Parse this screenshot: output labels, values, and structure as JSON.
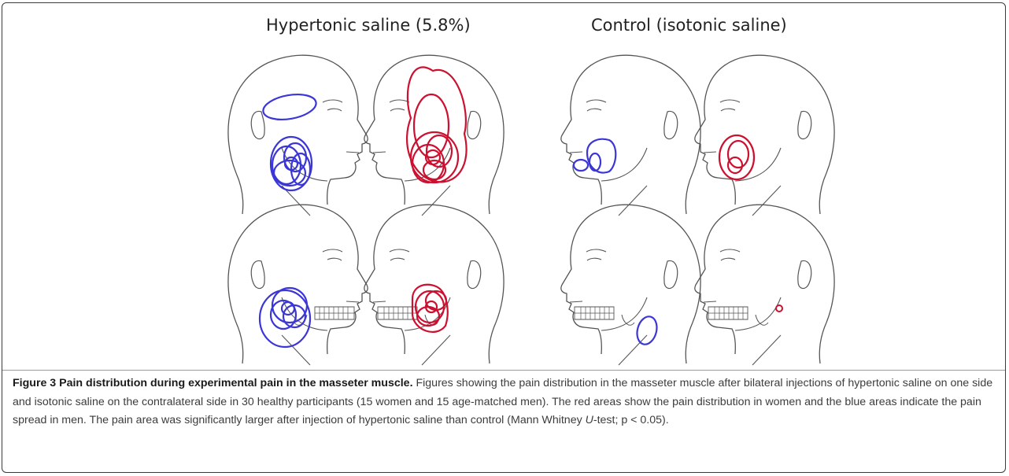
{
  "figure": {
    "column_titles": {
      "left": "Hypertonic saline (5.8%)",
      "right": "Control (isotonic saline)"
    },
    "panels": [
      {
        "name": "hypertonic-men-upper",
        "view": "facing-right",
        "skull": false,
        "color": "#3b36d6"
      },
      {
        "name": "hypertonic-women-upper",
        "view": "facing-left",
        "skull": false,
        "color": "#cc1030"
      },
      {
        "name": "control-men-upper",
        "view": "facing-left",
        "skull": false,
        "color": "#3b36d6"
      },
      {
        "name": "control-women-upper",
        "view": "facing-left",
        "skull": false,
        "color": "#cc1030"
      },
      {
        "name": "hypertonic-men-lower",
        "view": "facing-right",
        "skull": true,
        "color": "#3b36d6"
      },
      {
        "name": "hypertonic-women-lower",
        "view": "facing-left",
        "skull": true,
        "color": "#cc1030"
      },
      {
        "name": "control-men-lower",
        "view": "facing-left",
        "skull": true,
        "color": "#3b36d6"
      },
      {
        "name": "control-women-lower",
        "view": "facing-left",
        "skull": true,
        "color": "#cc1030"
      }
    ]
  },
  "caption": {
    "label": "Figure 3",
    "title": "Pain distribution during experimental pain in the masseter muscle.",
    "text_before_italic": "Figures showing the pain distribution in the masseter muscle after bilateral injections of hypertonic saline on one side and isotonic saline on the contralateral side in 30 healthy participants (15 women and 15 age-matched men). The red areas show the pain distribution in women and the blue areas indicate the pain spread in men. The pain area was significantly larger after injection of hypertonic saline than control (Mann Whitney ",
    "italic": "U",
    "text_after_italic": "-test; p < 0.05)."
  },
  "colors": {
    "men": "#3b36d6",
    "women": "#cc1030",
    "outline": "#555555"
  }
}
